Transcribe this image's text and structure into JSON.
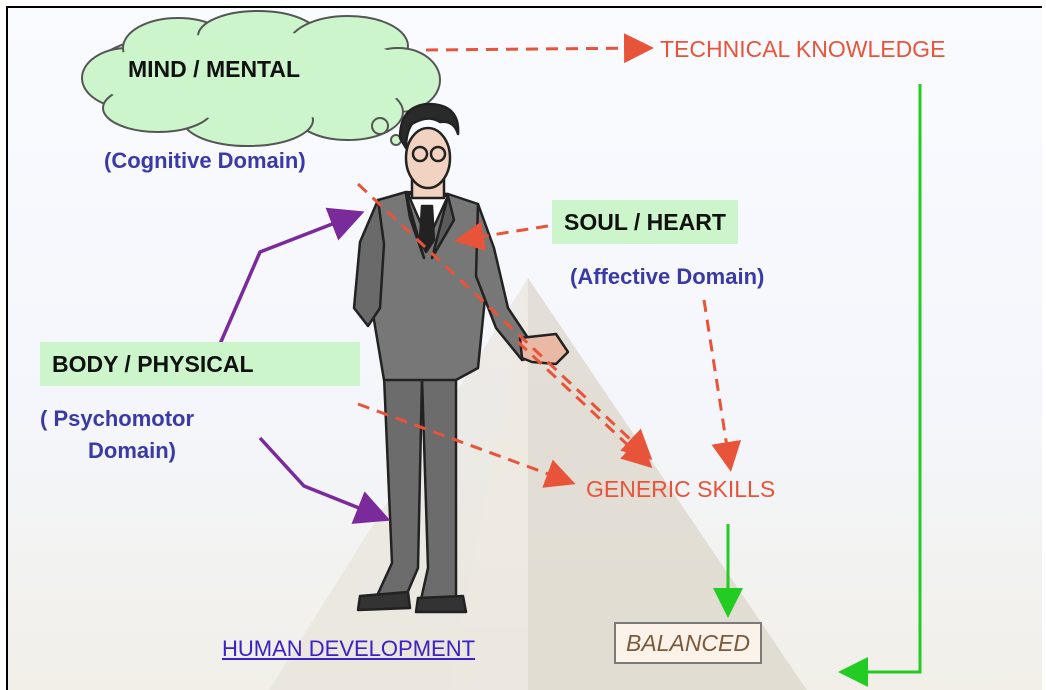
{
  "labels": {
    "mind": "MIND / MENTAL",
    "technical": "TECHNICAL KNOWLEDGE",
    "cognitive": "(Cognitive Domain)",
    "soul": "SOUL / HEART",
    "affective": "(Affective Domain)",
    "body": "BODY / PHYSICAL",
    "psychomotor_1": "( Psychomotor",
    "psychomotor_2": "Domain)",
    "generic": "GENERIC SKILLS",
    "human_development": "HUMAN DEVELOPMENT",
    "balanced": "BALANCED"
  },
  "colors": {
    "dashed_arrow": "#e8543a",
    "green_arrow": "#22cc22",
    "purple_arrow": "#7a2a9a",
    "label_box": "#ccf5cc",
    "domain_text": "#3a3aa6"
  },
  "figure": "businessman-figure",
  "icons": [
    "thought-cloud-icon",
    "businessman-figure",
    "pyramid-background"
  ]
}
